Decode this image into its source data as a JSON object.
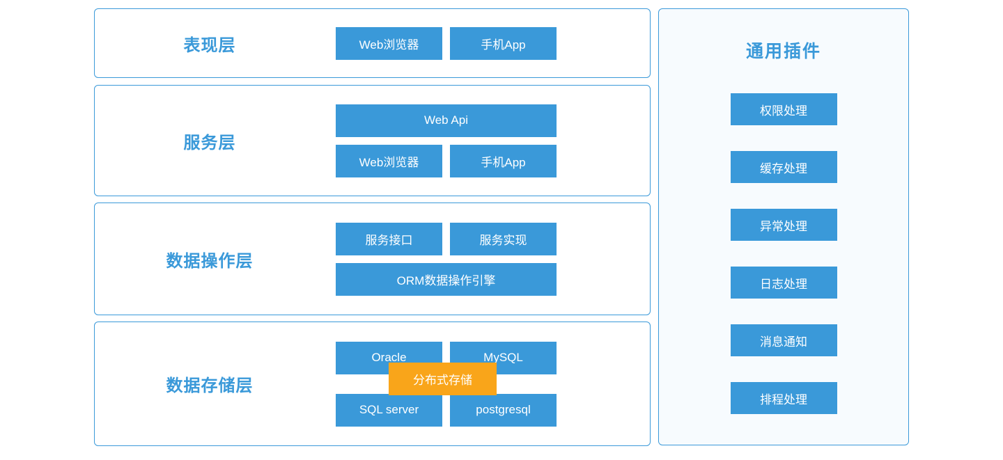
{
  "colors": {
    "accent_blue": "#3a99d9",
    "node_text": "#ffffff",
    "overlay_orange": "#f9a51a",
    "panel_bg": "#f7fbfe",
    "page_bg": "#ffffff"
  },
  "layers": [
    {
      "label": "表现层",
      "buttons": [
        {
          "label": "Web浏览器"
        },
        {
          "label": "手机App"
        }
      ]
    },
    {
      "label": "服务层",
      "buttons": [
        {
          "label": "Web Api"
        },
        {
          "label": "Web浏览器"
        },
        {
          "label": "手机App"
        }
      ]
    },
    {
      "label": "数据操作层",
      "buttons": [
        {
          "label": "服务接口"
        },
        {
          "label": "服务实现"
        },
        {
          "label": "ORM数据操作引擎"
        }
      ]
    },
    {
      "label": "数据存储层",
      "buttons": [
        {
          "label": "Oracle"
        },
        {
          "label": "MySQL"
        },
        {
          "label": "SQL server"
        },
        {
          "label": "postgresql"
        }
      ],
      "overlay": {
        "label": "分布式存储"
      }
    }
  ],
  "plugins": {
    "title": "通用插件",
    "items": [
      {
        "label": "权限处理"
      },
      {
        "label": "缓存处理"
      },
      {
        "label": "异常处理"
      },
      {
        "label": "日志处理"
      },
      {
        "label": "消息通知"
      },
      {
        "label": "排程处理"
      }
    ]
  }
}
